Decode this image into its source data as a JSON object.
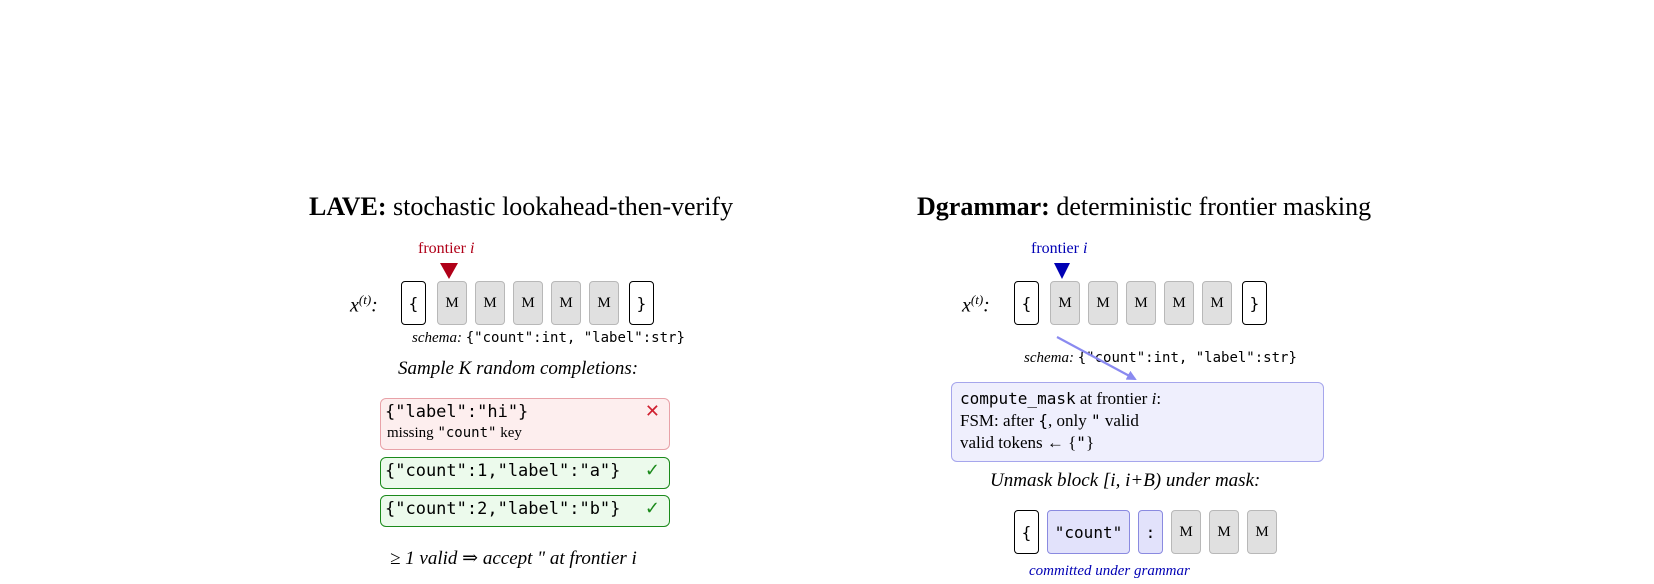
{
  "left_panel": {
    "title_bold": "LAVE:",
    "title_rest": "stochastic lookahead-then-verify",
    "frontier_label": "frontier",
    "frontier_var": "i",
    "sequence_label": "x",
    "sequence_sup": "(t)",
    "sequence_colon": ":",
    "tokens": [
      "{",
      "M",
      "M",
      "M",
      "M",
      "M",
      "}"
    ],
    "schema_label": "schema:",
    "schema_value": "{\"count\":int, \"label\":str}",
    "sample_caption": "Sample K random completions:",
    "candidates": [
      {
        "text": "{\"label\":\"hi\"}",
        "note_pre": "missing ",
        "note_key": "\"count\"",
        "note_post": " key",
        "mark": "✕",
        "valid": false
      },
      {
        "text": "{\"count\":1,\"label\":\"a\"}",
        "mark": "✓",
        "valid": true
      },
      {
        "text": "{\"count\":2,\"label\":\"b\"}",
        "mark": "✓",
        "valid": true
      }
    ],
    "conclusion": "≥ 1 valid ⇒ accept \" at frontier i",
    "colors": {
      "frontier": "#b00018",
      "valid": "#1b8a1b",
      "invalid": "#e8a2a8"
    }
  },
  "right_panel": {
    "title_bold": "Dgrammar:",
    "title_rest": "deterministic frontier masking",
    "frontier_label": "frontier",
    "frontier_var": "i",
    "sequence_label": "x",
    "sequence_sup": "(t)",
    "sequence_colon": ":",
    "tokens": [
      "{",
      "M",
      "M",
      "M",
      "M",
      "M",
      "}"
    ],
    "schema_label": "schema:",
    "schema_value": "{\"count\":int, \"label\":str}",
    "mask_box": {
      "line1_code": "compute_mask",
      "line1_rest": " at frontier ",
      "line1_var": "i",
      "line1_colon": ":",
      "line2_pre": "FSM: after ",
      "line2_brace": "{",
      "line2_mid": ", only ",
      "line2_quote": "\"",
      "line2_post": " valid",
      "line3_pre": "valid tokens ← {",
      "line3_quote": "\"",
      "line3_post": "}"
    },
    "unmask_caption": "Unmask block [i, i+B) under mask:",
    "result_tokens": [
      "{",
      "\"count\"",
      ":",
      "M",
      "M",
      "M"
    ],
    "committed_label": "committed under grammar",
    "colors": {
      "frontier": "#0000b4",
      "arrow": "#8a8af0",
      "commit_fill": "#e2e2fb"
    }
  }
}
